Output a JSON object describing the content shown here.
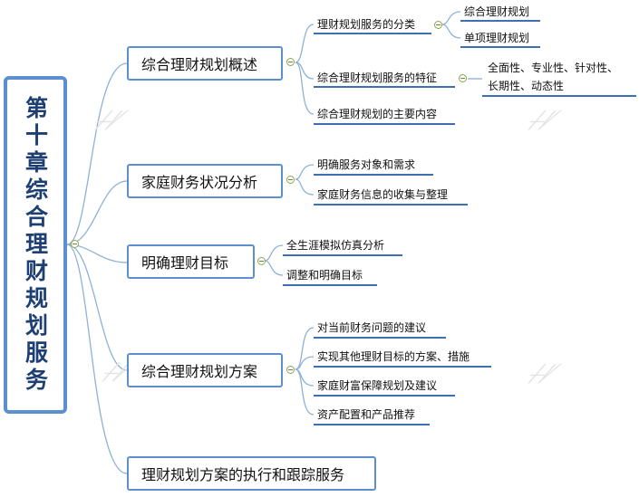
{
  "root": {
    "title": "第十章综合理财规划服务"
  },
  "branches": [
    {
      "label": "综合理财规划概述",
      "children": [
        {
          "label": "理财规划服务的分类",
          "children": [
            "综合理财规划",
            "单项理财规划"
          ]
        },
        {
          "label": "综合理财规划服务的特征",
          "children": [
            "全面性、专业性、针对性、长期性、动态性"
          ]
        },
        {
          "label": "综合理财规划的主要内容"
        }
      ]
    },
    {
      "label": "家庭财务状况分析",
      "children": [
        {
          "label": "明确服务对象和需求"
        },
        {
          "label": "家庭财务信息的收集与整理"
        }
      ]
    },
    {
      "label": "明确理财目标",
      "children": [
        {
          "label": "全生涯模拟仿真分析"
        },
        {
          "label": "调整和明确目标"
        }
      ]
    },
    {
      "label": "综合理财规划方案",
      "children": [
        {
          "label": "对当前财务问题的建议"
        },
        {
          "label": "实现其他理财目标的方案、措施"
        },
        {
          "label": "家庭财富保障规划及建议"
        },
        {
          "label": "资产配置和产品推荐"
        }
      ]
    },
    {
      "label": "理财规划方案的执行和跟踪服务"
    }
  ],
  "characteristics_lines": [
    "全面性、专业性、针对性、",
    "长期性、动态性"
  ],
  "colors": {
    "border": "#5b8fd0",
    "root_text": "#1d3f74",
    "connector": "#8fb1d8",
    "underline": "#3d6fb3",
    "collapse_icon": "#8aa64a"
  }
}
